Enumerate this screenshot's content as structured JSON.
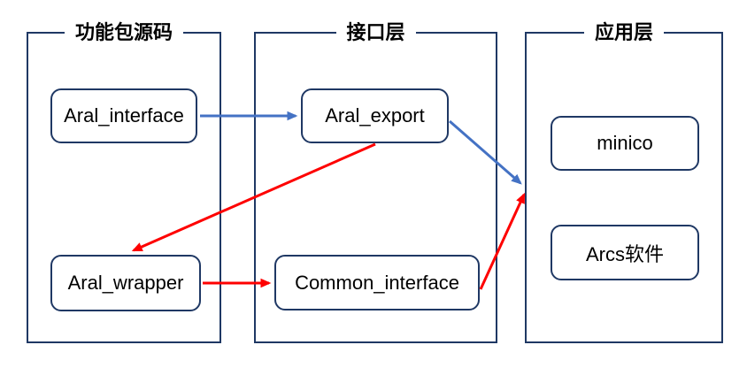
{
  "diagram": {
    "colors": {
      "panel_border": "#1f3864",
      "node_border": "#1f3864",
      "blue_arrow": "#4472c4",
      "red_arrow": "#fe0000",
      "text": "#000000",
      "background": "#ffffff"
    },
    "panels": [
      {
        "title": "功能包源码"
      },
      {
        "title": "接口层"
      },
      {
        "title": "应用层"
      }
    ],
    "nodes": {
      "aral_interface": {
        "label": "Aral_interface"
      },
      "aral_wrapper": {
        "label": "Aral_wrapper"
      },
      "aral_export": {
        "label": "Aral_export"
      },
      "common_interface": {
        "label": "Common_interface"
      },
      "minico": {
        "label": "minico"
      },
      "arcs": {
        "label": "Arcs软件"
      }
    },
    "edges": [
      {
        "from": "Aral_interface",
        "to": "Aral_export",
        "color": "blue"
      },
      {
        "from": "Aral_export",
        "to": "应用层",
        "color": "blue"
      },
      {
        "from": "Aral_export",
        "to": "Aral_wrapper",
        "color": "red"
      },
      {
        "from": "Aral_wrapper",
        "to": "Common_interface",
        "color": "red"
      },
      {
        "from": "Common_interface",
        "to": "应用层",
        "color": "red"
      }
    ]
  }
}
